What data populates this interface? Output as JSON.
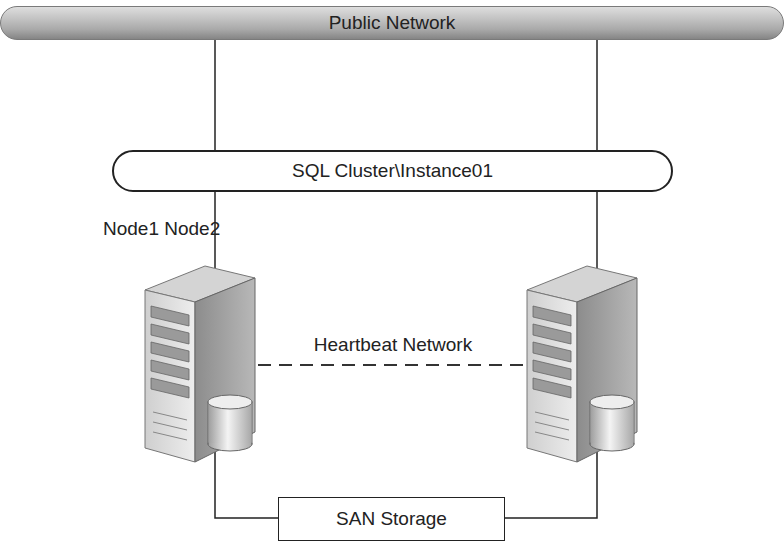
{
  "diagram": {
    "nodes": [
      {
        "text": [
          "Public Network"
        ]
      },
      {
        "text": [
          "SQL Cluster\\Instance01"
        ]
      },
      {
        "text": [
          "SAN Storage"
        ]
      }
    ],
    "edges": [
      {
        "from": 0,
        "to": 1,
        "arrow": "none"
      },
      {
        "from": 0,
        "to": 1,
        "arrow": "none"
      }
    ],
    "labels": [
      "Node1 Node2",
      "Heartbeat Network"
    ]
  }
}
